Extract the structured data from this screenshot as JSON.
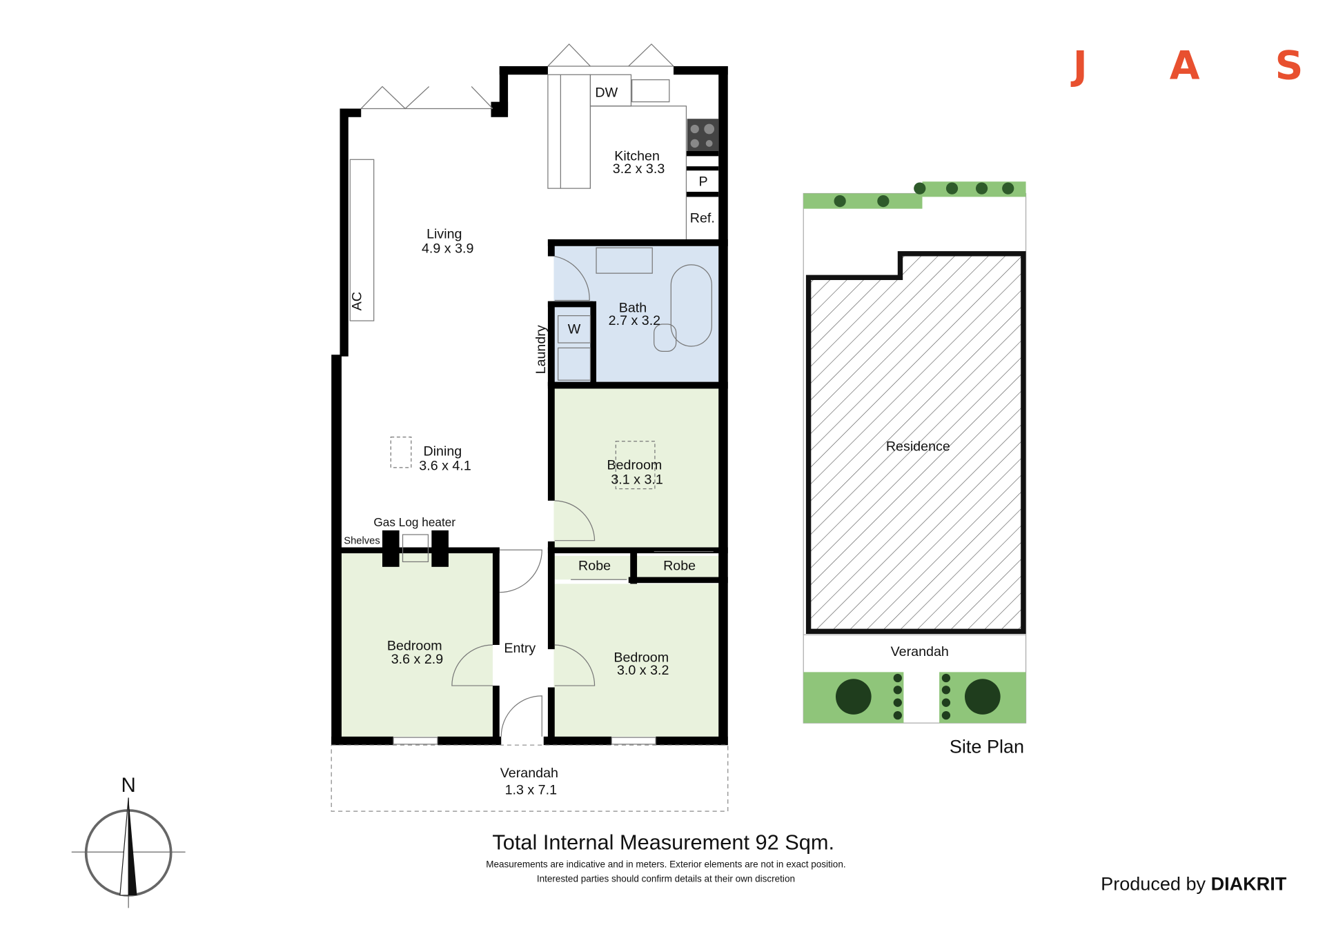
{
  "logo": {
    "letters": [
      "J",
      "A",
      "S"
    ],
    "color": "#e8502f"
  },
  "rooms": {
    "kitchen": {
      "name": "Kitchen",
      "size": "3.2 x 3.3"
    },
    "living": {
      "name": "Living",
      "size": "4.9 x 3.9"
    },
    "bath": {
      "name": "Bath",
      "size": "2.7 x 3.2"
    },
    "dining": {
      "name": "Dining",
      "size": "3.6 x 4.1"
    },
    "bedroom_1": {
      "name": "Bedroom",
      "size": "3.1 x 3.1"
    },
    "bedroom_2": {
      "name": "Bedroom",
      "size": "3.6 x 2.9"
    },
    "bedroom_3": {
      "name": "Bedroom",
      "size": "3.0 x 3.2"
    },
    "entry": {
      "name": "Entry"
    },
    "verandah": {
      "name": "Verandah",
      "size": "1.3 x 7.1"
    },
    "laundry": {
      "name": "Laundry"
    }
  },
  "fixtures": {
    "dw": "DW",
    "pantry": "P",
    "fridge": "Ref.",
    "ac": "AC",
    "washer": "W",
    "robe_1": "Robe",
    "robe_2": "Robe",
    "heater": "Gas Log heater",
    "shelves": "Shelves"
  },
  "site_plan": {
    "title": "Site Plan",
    "residence": "Residence",
    "verandah": "Verandah"
  },
  "compass": {
    "north": "N"
  },
  "footer": {
    "total": "Total Internal Measurement 92 Sqm.",
    "note_1": "Measurements are indicative and in meters. Exterior elements are not in exact position.",
    "note_2": "Interested parties should confirm details at their own discretion",
    "produced_by": "Produced by",
    "brand": "DIAKRIT"
  },
  "colors": {
    "bath": "#d8e4f2",
    "bedroom": "#e9f2dd",
    "garden": "#8fc57a"
  }
}
